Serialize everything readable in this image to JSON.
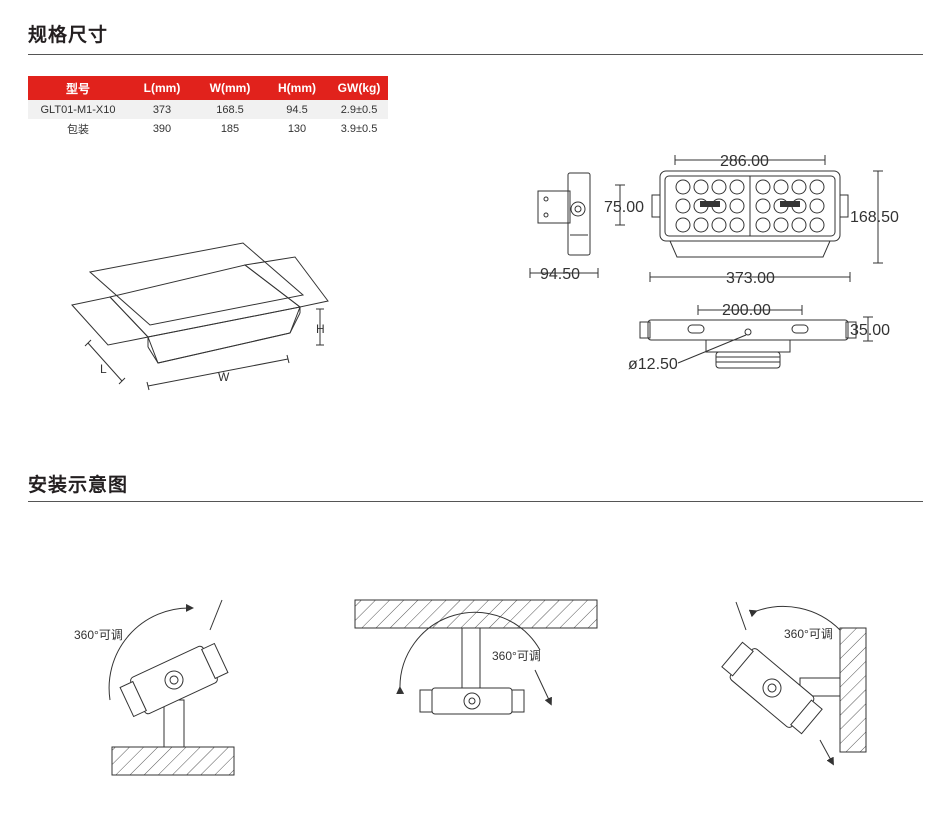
{
  "sections": {
    "spec_title": "规格尺寸",
    "install_title": "安装示意图"
  },
  "table": {
    "headers": [
      "型号",
      "L(mm)",
      "W(mm)",
      "H(mm)",
      "GW(kg)"
    ],
    "rows": [
      [
        "GLT01-M1-X10",
        "373",
        "168.5",
        "94.5",
        "2.9±0.5"
      ],
      [
        "包装",
        "390",
        "185",
        "130",
        "3.9±0.5"
      ]
    ]
  },
  "box_labels": {
    "L": "L",
    "W": "W",
    "H": "H"
  },
  "dimensions": {
    "top_width": "286.00",
    "left_height": "75.00",
    "right_height": "168.50",
    "side_depth": "94.50",
    "total_width": "373.00",
    "bracket_width": "200.00",
    "bracket_height": "35.00",
    "hole_diameter": "ø12.50"
  },
  "install": {
    "rotation_label": "360°可调"
  },
  "colors": {
    "accent": "#e1221c",
    "line": "#333333"
  }
}
